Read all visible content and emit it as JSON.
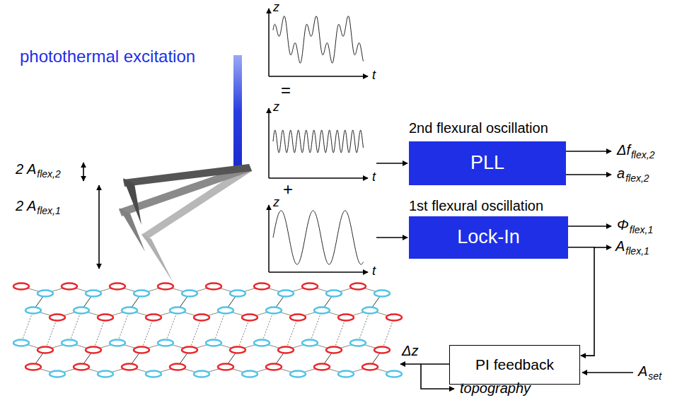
{
  "diagram": {
    "nodes": [
      {
        "text": [
          "PLL"
        ]
      },
      {
        "text": [
          "Lock-In"
        ]
      },
      {
        "text": [
          "PI feedback"
        ]
      }
    ],
    "edges": [
      {
        "from": 1,
        "to": 2,
        "arrow": "to"
      }
    ],
    "labels": [
      "photothermal excitation",
      "2 A",
      "flex,2",
      "2 A",
      "flex,1",
      "z",
      "t",
      "z",
      "t",
      "z",
      "t",
      "=",
      "+",
      "2nd flexural oscillation",
      "1st flexural oscillation",
      "Δf",
      "flex,2",
      "a",
      "flex,2",
      "Φ",
      "flex,1",
      "A",
      "flex,1",
      "A",
      "set",
      "Δz",
      "topography"
    ]
  }
}
